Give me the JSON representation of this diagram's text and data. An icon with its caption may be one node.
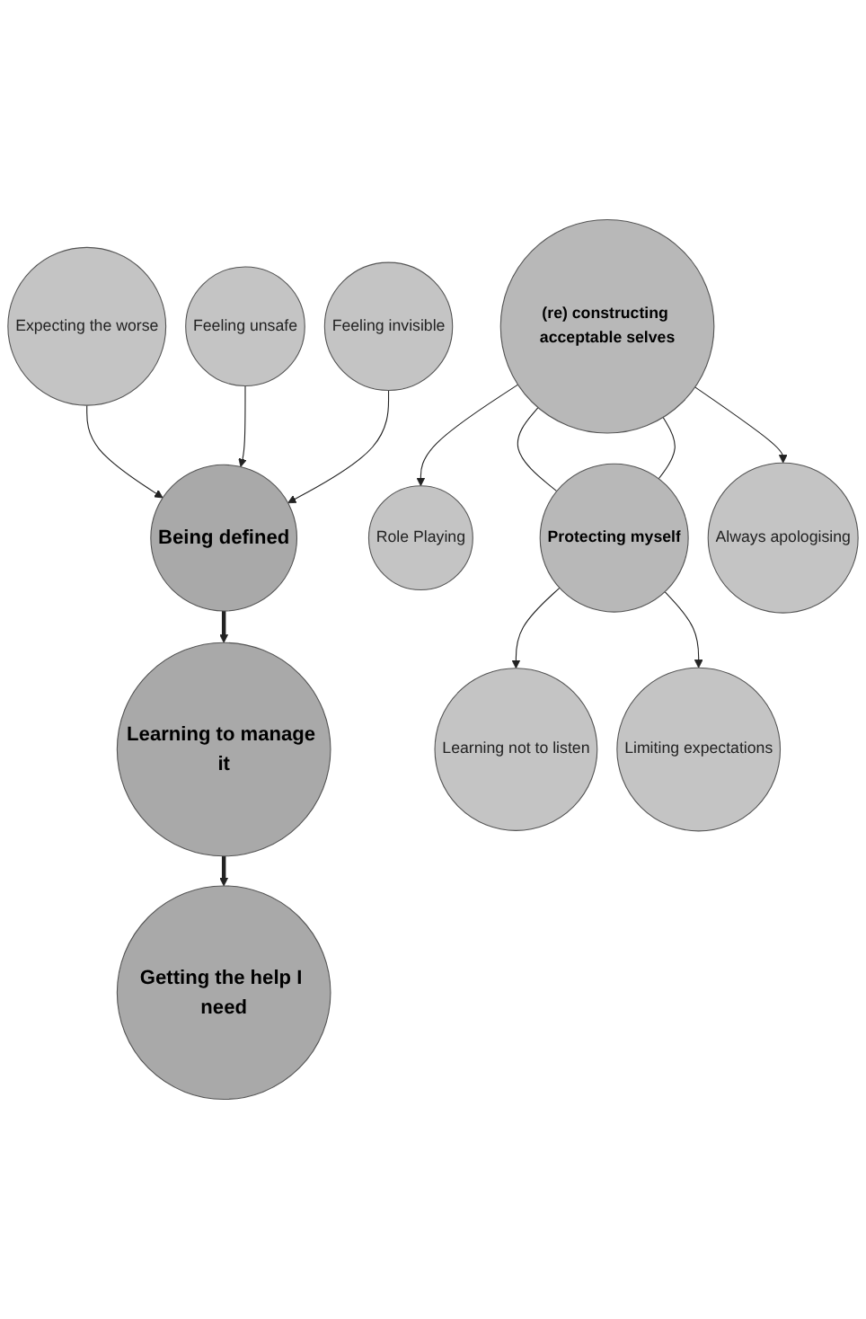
{
  "diagram": {
    "nodes": [
      {
        "text": [
          "Expecting the worse"
        ]
      },
      {
        "text": [
          "Feeling unsafe"
        ]
      },
      {
        "text": [
          "Feeling invisible"
        ]
      },
      {
        "text": [
          "Being defined"
        ]
      },
      {
        "text": [
          "Role Playing"
        ]
      },
      {
        "text": [
          "Learning not to listen"
        ]
      },
      {
        "text": [
          "(re) constructing acceptable selves"
        ]
      },
      {
        "text": [
          "Learning to manage it"
        ]
      },
      {
        "text": [
          "Protecting myself"
        ]
      },
      {
        "text": [
          "Always apologising"
        ]
      },
      {
        "text": [
          "Limiting expectations"
        ]
      },
      {
        "text": [
          "Getting the help I need"
        ]
      }
    ],
    "edges": [
      {
        "from": 0,
        "to": 3,
        "arrow": "to"
      },
      {
        "from": 1,
        "to": 3,
        "arrow": "to"
      },
      {
        "from": 2,
        "to": 3,
        "arrow": "to"
      },
      {
        "from": 3,
        "to": 7,
        "arrow": "to",
        "style": "thick"
      },
      {
        "from": 6,
        "to": 4,
        "arrow": "to"
      },
      {
        "from": 8,
        "to": 5,
        "arrow": "to"
      },
      {
        "from": 6,
        "to": 8,
        "arrow": "none"
      },
      {
        "from": 6,
        "to": 8,
        "arrow": "none"
      },
      {
        "from": 6,
        "to": 9,
        "arrow": "to"
      },
      {
        "from": 8,
        "to": 10,
        "arrow": "to"
      },
      {
        "from": 7,
        "to": 11,
        "arrow": "to",
        "style": "thick"
      }
    ]
  }
}
